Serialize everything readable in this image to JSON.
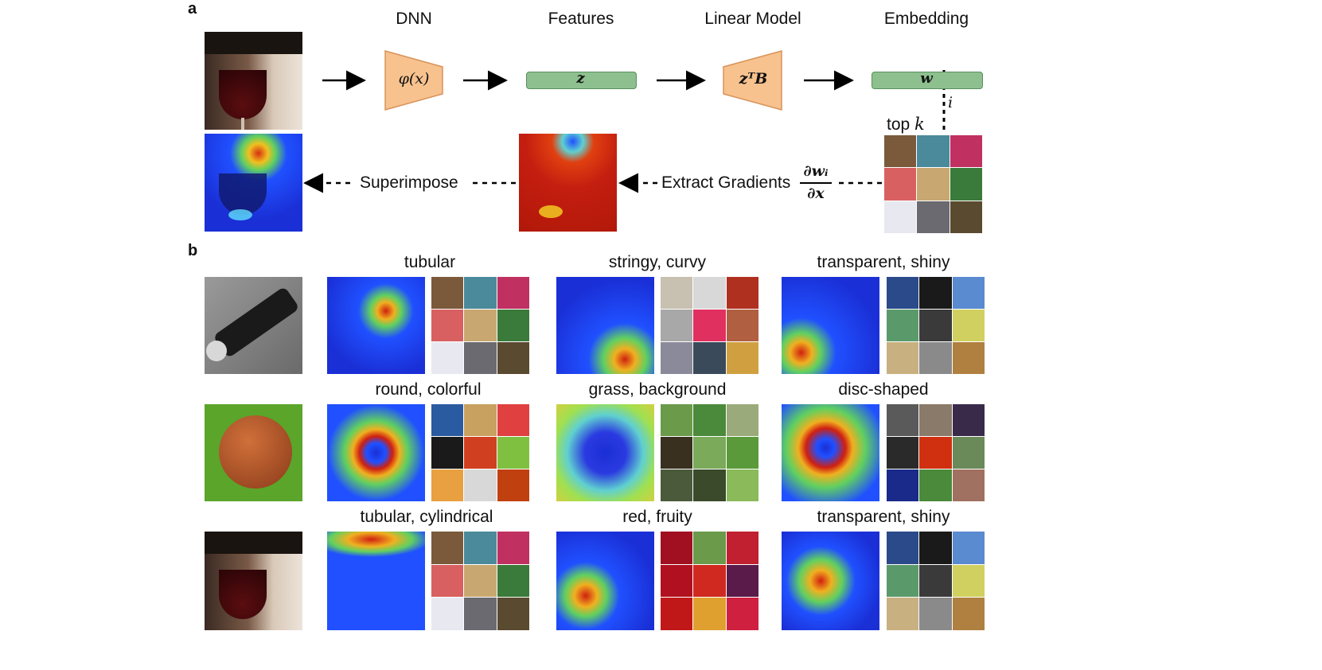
{
  "panels": {
    "a": "a",
    "b": "b"
  },
  "pipeline": {
    "stages": [
      "DNN",
      "Features",
      "Linear Model",
      "Embedding"
    ],
    "dnn_label": "φ(x)",
    "features_label": "z",
    "linear_label": "zᵀB",
    "embedding_label": "w",
    "index_label": "i",
    "topk_label": "top",
    "topk_var": "k",
    "superimpose": "Superimpose",
    "extract": "Extract Gradients",
    "grad_num": "∂wᵢ",
    "grad_den": "∂x"
  },
  "rows": [
    {
      "labels": [
        "tubular",
        "stringy, curvy",
        "transparent, shiny"
      ]
    },
    {
      "labels": [
        "round, colorful",
        "grass, background",
        "disc-shaped"
      ]
    },
    {
      "labels": [
        "tubular, cylindrical",
        "red, fruity",
        "transparent, shiny"
      ]
    }
  ],
  "colors": {
    "dnn_fill": "#f7c28e",
    "bar_fill": "#8dc08e",
    "heatmap_cold": "#1a2fd6",
    "heatmap_hot": "#d62a10"
  },
  "icons": [
    "wine-glass-photo",
    "flashlight-photo",
    "basketball-photo"
  ]
}
